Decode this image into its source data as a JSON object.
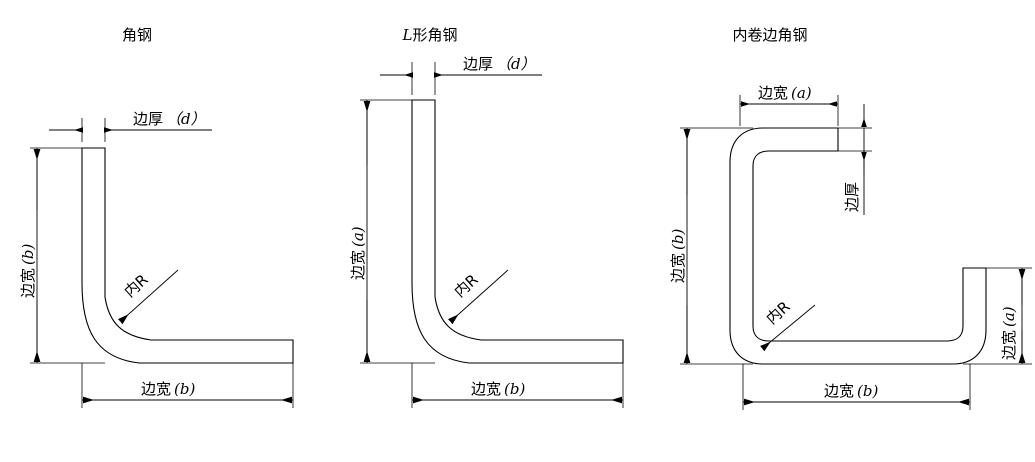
{
  "figure": {
    "kind": "engineering-drawing",
    "subject": "steel angle cross-section profiles",
    "background": "#ffffff",
    "line_color": "#000000"
  },
  "panels": [
    {
      "id": "angle-steel",
      "title": "角钢",
      "labels": {
        "thickness": "边厚",
        "thickness_symbol": "（d）",
        "leg_vertical": "边宽",
        "leg_vertical_symbol": "(b)",
        "leg_horizontal": "边宽",
        "leg_horizontal_symbol": "(b)",
        "radius": "内R"
      }
    },
    {
      "id": "l-shaped-angle-steel",
      "title": "L形角钢",
      "title_italic_prefix": "L",
      "title_rest": "形角钢",
      "labels": {
        "thickness": "边厚",
        "thickness_symbol": "（d）",
        "leg_vertical": "边宽",
        "leg_vertical_symbol": "(a)",
        "leg_horizontal": "边宽",
        "leg_horizontal_symbol": "(b)",
        "radius": "内R"
      }
    },
    {
      "id": "inward-curled-edge-angle-steel",
      "title": "内卷边角钢",
      "labels": {
        "thickness": "边厚",
        "top_leg": "边宽",
        "top_leg_symbol": "(a)",
        "leg_vertical": "边宽",
        "leg_vertical_symbol": "(b)",
        "leg_horizontal": "边宽",
        "leg_horizontal_symbol": "(b)",
        "right_leg": "边宽",
        "right_leg_symbol": "(a)",
        "radius": "内R"
      }
    }
  ]
}
